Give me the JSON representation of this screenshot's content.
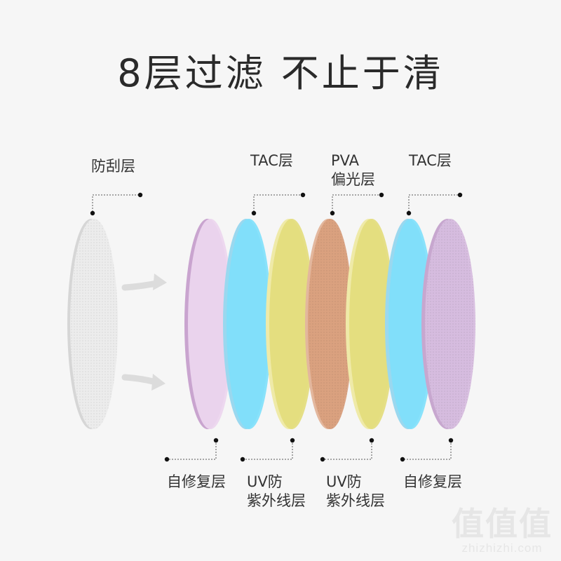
{
  "title": "8层过滤 不止于清",
  "top_labels": {
    "scratch": "防刮层",
    "tac1": "TAC层",
    "pva_line1": "PVA",
    "pva_line2": "偏光层",
    "tac2": "TAC层"
  },
  "bottom_labels": {
    "repair1": "自修复层",
    "uv1_line1": "UV防",
    "uv1_line2": "紫外线层",
    "uv2_line1": "UV防",
    "uv2_line2": "紫外线层",
    "repair2": "自修复层"
  },
  "watermark": {
    "logo": "值值值",
    "url": "zhizhizhi.com"
  },
  "colors": {
    "scratch": "#e8e8e8",
    "repair": "#e6cde8",
    "tac": "#76dcf8",
    "uv": "#e2dc7e",
    "pva": "#d8a07e",
    "repair_edge": "#c6a2cc"
  }
}
